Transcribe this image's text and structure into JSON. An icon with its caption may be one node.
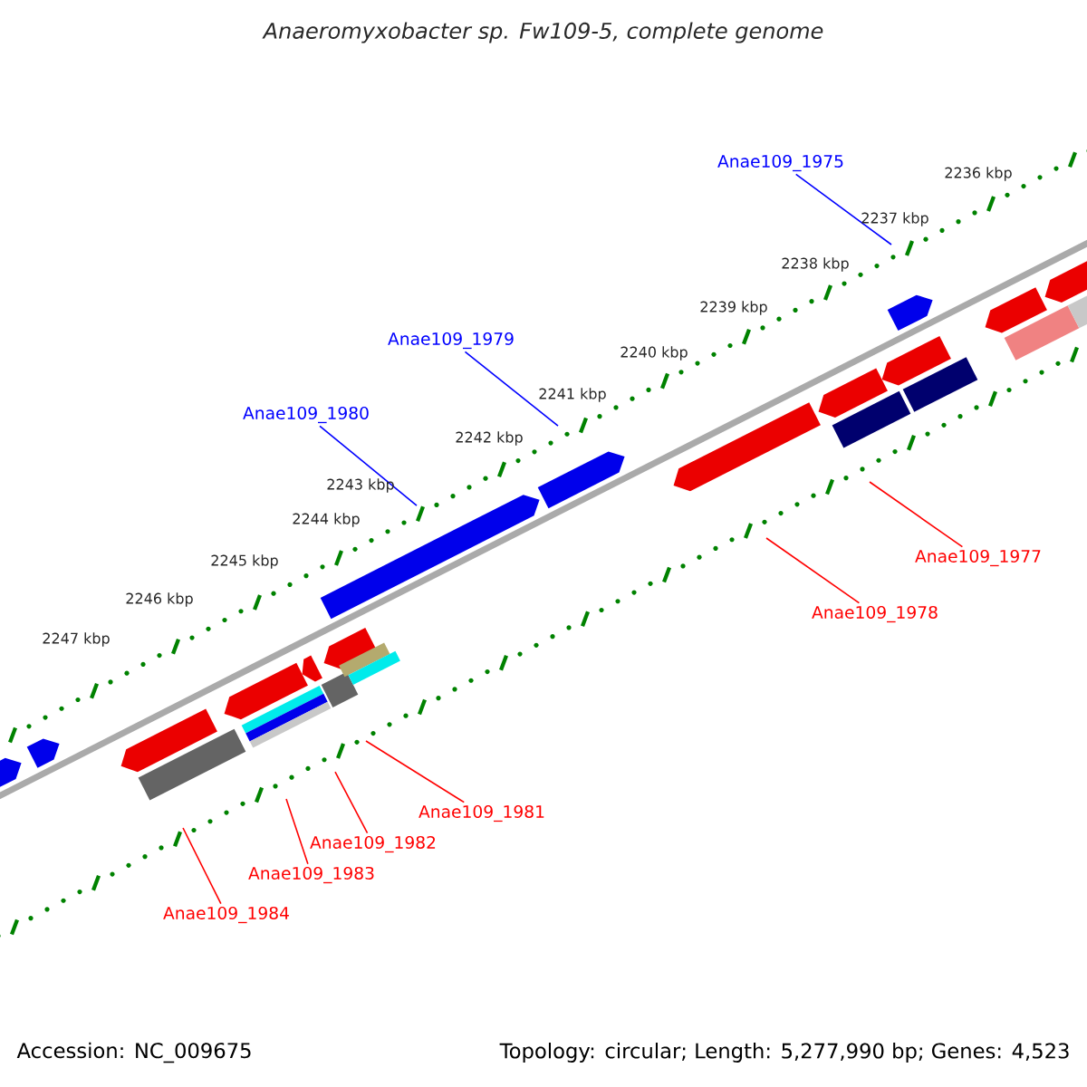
{
  "diagram": {
    "title": "Anaeromyxobacter sp. Fw109-5, complete genome",
    "nodes": [
      {
        "text": [
          "Anae109_1975"
        ]
      },
      {
        "text": [
          "Anae109_1979"
        ]
      },
      {
        "text": [
          "Anae109_1980"
        ]
      },
      {
        "text": [
          "Anae109_1977"
        ]
      },
      {
        "text": [
          "Anae109_1978"
        ]
      },
      {
        "text": [
          "Anae109_1981"
        ]
      },
      {
        "text": [
          "Anae109_1982"
        ]
      },
      {
        "text": [
          "Anae109_1983"
        ]
      },
      {
        "text": [
          "Anae109_1984"
        ]
      }
    ],
    "edges": [
      {
        "from": 0,
        "to": null,
        "arrow": "none",
        "color": "#0000ff"
      },
      {
        "from": 1,
        "to": null,
        "arrow": "none",
        "color": "#0000ff"
      },
      {
        "from": 2,
        "to": null,
        "arrow": "none",
        "color": "#0000ff"
      },
      {
        "from": 3,
        "to": null,
        "arrow": "none"
      },
      {
        "from": 4,
        "to": null,
        "arrow": "none"
      },
      {
        "from": 5,
        "to": null,
        "arrow": "none"
      },
      {
        "from": 6,
        "to": null,
        "arrow": "none"
      },
      {
        "from": 7,
        "to": null,
        "arrow": "none"
      },
      {
        "from": 8,
        "to": null,
        "arrow": "none"
      }
    ],
    "labels": [
      "2236 kbp",
      "2237 kbp",
      "2238 kbp",
      "2239 kbp",
      "2240 kbp",
      "2241 kbp",
      "2242 kbp",
      "2243 kbp",
      "2244 kbp",
      "2245 kbp",
      "2246 kbp",
      "2247 kbp",
      "Accession: NC_009675",
      "Topology: circular; Length: 5,277,990 bp; Genes: 4,523"
    ]
  }
}
